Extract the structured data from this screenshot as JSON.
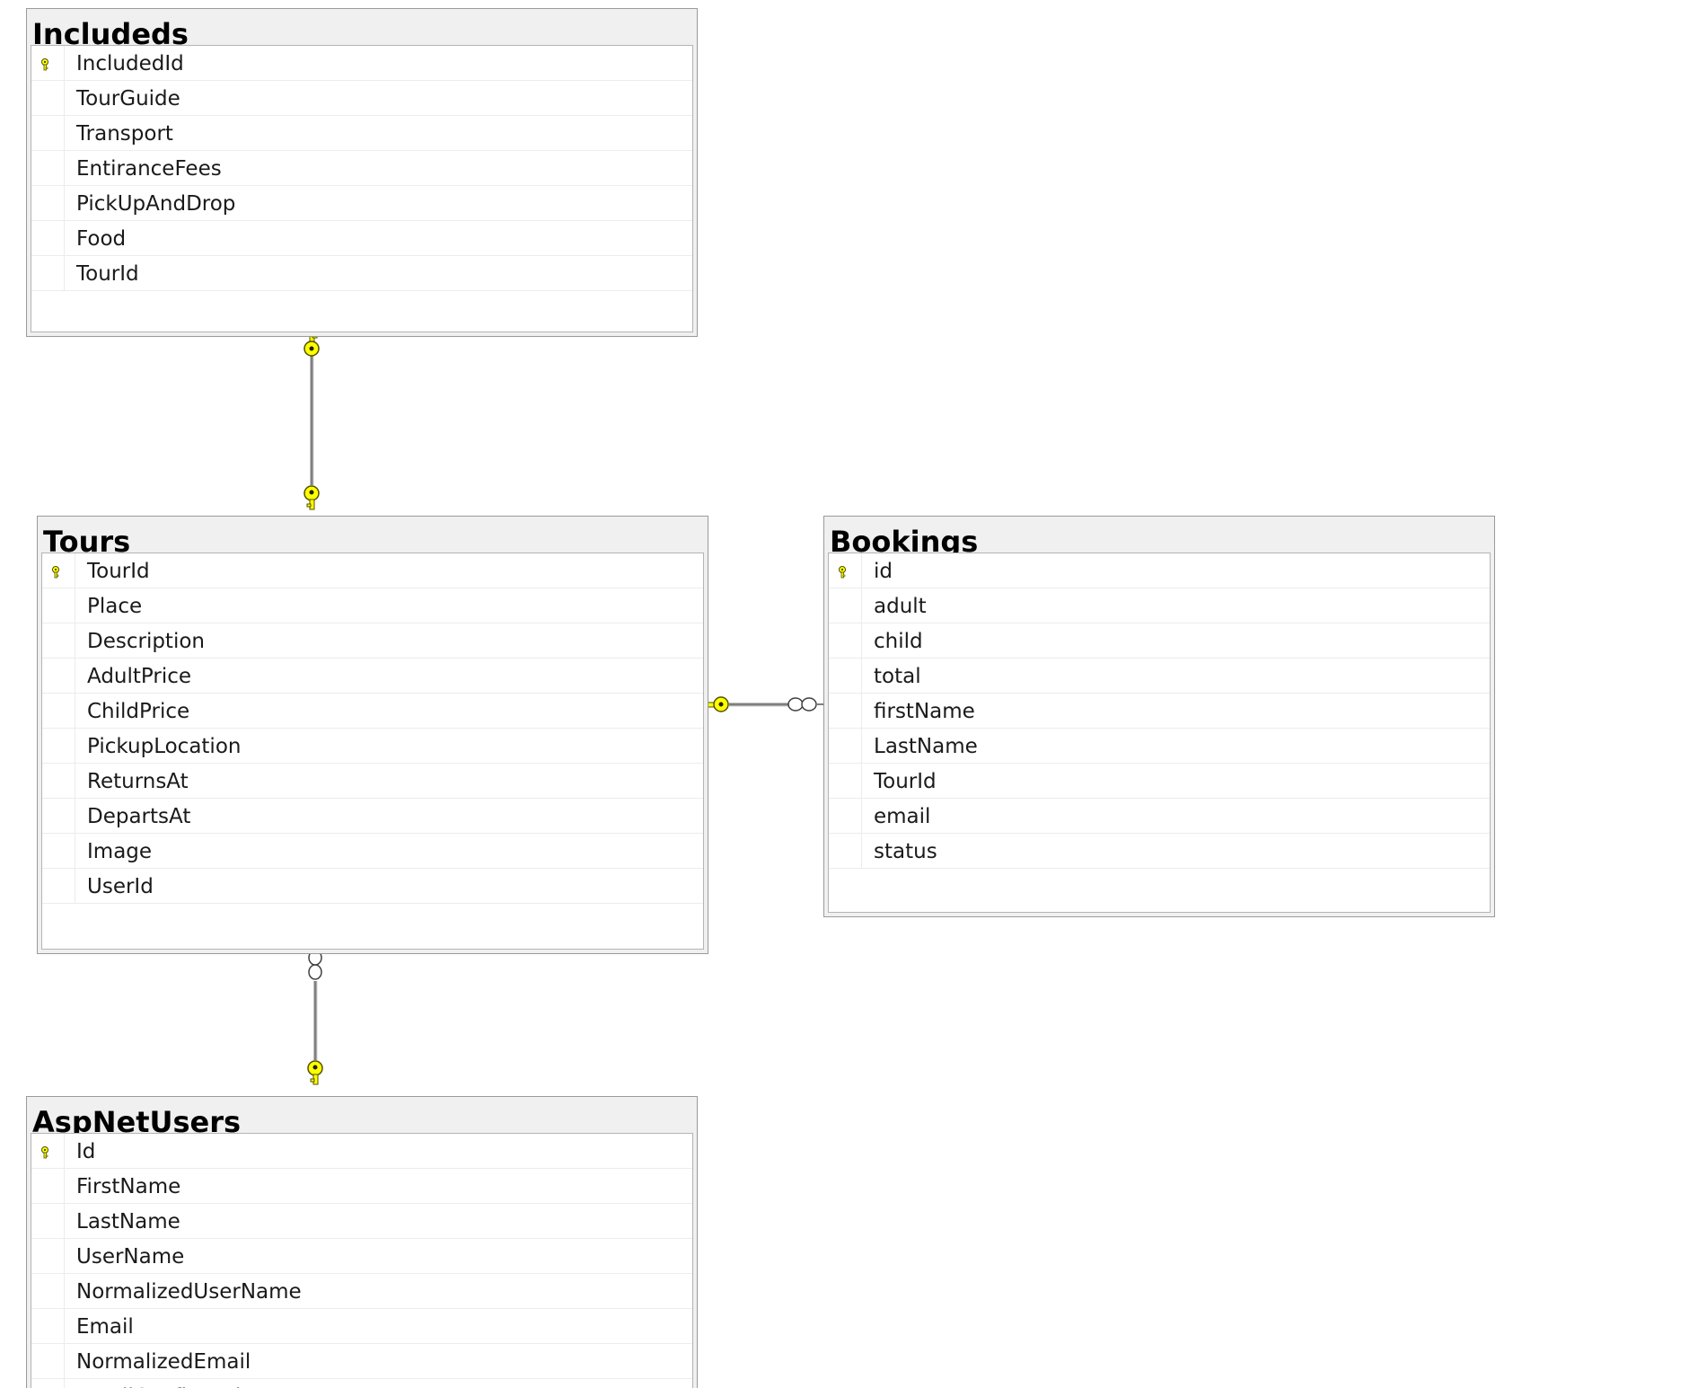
{
  "tables": {
    "includeds": {
      "title": "Includeds",
      "columns": [
        "IncludedId",
        "TourGuide",
        "Transport",
        "EntiranceFees",
        "PickUpAndDrop",
        "Food",
        "TourId"
      ],
      "primary_key_index": 0
    },
    "tours": {
      "title": "Tours",
      "columns": [
        "TourId",
        "Place",
        "Description",
        "AdultPrice",
        "ChildPrice",
        "PickupLocation",
        "ReturnsAt",
        "DepartsAt",
        "Image",
        "UserId"
      ],
      "primary_key_index": 0
    },
    "bookings": {
      "title": "Bookings",
      "columns": [
        "id",
        "adult",
        "child",
        "total",
        "firstName",
        "LastName",
        "TourId",
        "email",
        "status"
      ],
      "primary_key_index": 0
    },
    "aspnetusers": {
      "title": "AspNetUsers",
      "columns": [
        "Id",
        "FirstName",
        "LastName",
        "UserName",
        "NormalizedUserName",
        "Email",
        "NormalizedEmail",
        "EmailConfirmed"
      ],
      "primary_key_index": 0
    }
  },
  "relationships": [
    {
      "from": "includeds",
      "to": "tours",
      "from_end": "key",
      "to_end": "key"
    },
    {
      "from": "tours",
      "to": "bookings",
      "from_end": "key",
      "to_end": "infinity"
    },
    {
      "from": "tours",
      "to": "aspnetusers",
      "from_end": "infinity",
      "to_end": "key"
    }
  ],
  "colors": {
    "key_fill": "#ffff00",
    "key_stroke": "#505000",
    "line": "#808080",
    "table_bg": "#f0f0f0",
    "table_border": "#9a9a9a"
  },
  "icons": {
    "primary_key": "key-icon"
  }
}
